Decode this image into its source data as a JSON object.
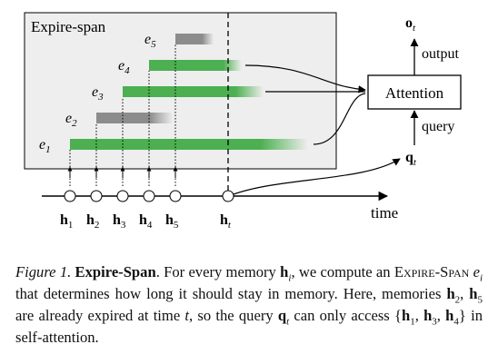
{
  "diagram": {
    "box_title": "Expire-span",
    "memories": [
      {
        "base": "e",
        "sub": "5",
        "state": "expired",
        "bar_span": 0.3
      },
      {
        "base": "e",
        "sub": "4",
        "state": "active",
        "bar_span": 0.73
      },
      {
        "base": "e",
        "sub": "3",
        "state": "active",
        "bar_span": 0.9
      },
      {
        "base": "e",
        "sub": "2",
        "state": "expired",
        "bar_span": 0.43
      },
      {
        "base": "e",
        "sub": "1",
        "state": "active",
        "bar_span": 1.0
      }
    ],
    "hidden_states": [
      {
        "base": "h",
        "sub": "1"
      },
      {
        "base": "h",
        "sub": "2"
      },
      {
        "base": "h",
        "sub": "3"
      },
      {
        "base": "h",
        "sub": "4"
      },
      {
        "base": "h",
        "sub": "5"
      }
    ],
    "current_state": {
      "base": "h",
      "sub": "t"
    },
    "time_label": "time",
    "attention_label": "Attention",
    "output_label": "output",
    "query_label": "query",
    "output_var": {
      "base": "o",
      "sub": "t"
    },
    "query_var": {
      "base": "q",
      "sub": "t"
    },
    "colors": {
      "active": "#4caf50",
      "expired": "#8c8c8c",
      "box_fill": "#eeeeee"
    }
  },
  "caption": {
    "figure_label": "Figure 1.",
    "title": "Expire-Span",
    "text1": ". For every memory ",
    "h_i_base": "h",
    "h_i_sub": "i",
    "text2": ", we compute an ",
    "name_sc": "Expire-Span",
    "e_i_base": "e",
    "e_i_sub": "i",
    "text3": " that determines how long it should stay in memory. Here, memories ",
    "h2_base": "h",
    "h2_sub": "2",
    "comma": ", ",
    "h5_base": "h",
    "h5_sub": "5",
    "text4": " are already expired at time ",
    "t": "t",
    "text5": ", so the query ",
    "q_base": "q",
    "q_sub": "t",
    "text6": " can only access ",
    "set_open": "{",
    "s1_base": "h",
    "s1_sub": "1",
    "s_comma1": ", ",
    "s3_base": "h",
    "s3_sub": "3",
    "s_comma2": ", ",
    "s4_base": "h",
    "s4_sub": "4",
    "set_close": "}",
    "text7": " in self-attention."
  }
}
